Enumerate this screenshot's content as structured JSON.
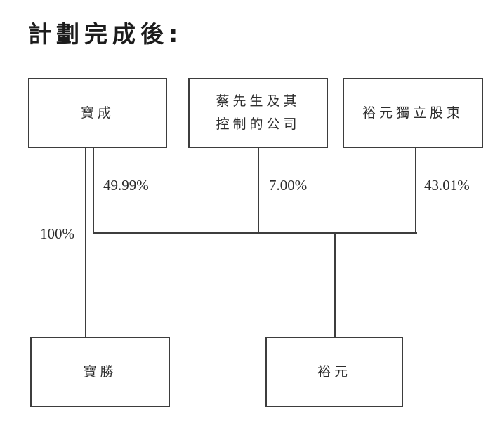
{
  "title": "計劃完成後:",
  "nodes": {
    "pou_chen": {
      "label": "寶成"
    },
    "tsai_companies": {
      "label": "蔡先生及其\n控制的公司"
    },
    "yue_yuen_independent": {
      "label": "裕元獨立股東"
    },
    "pou_sheng": {
      "label": "寶勝"
    },
    "yue_yuen": {
      "label": "裕元"
    }
  },
  "ownership_labels": {
    "pou_chen_to_yue_yuen": "49.99%",
    "tsai_to_yue_yuen": "7.00%",
    "independent_to_yue_yuen": "43.01%",
    "pou_chen_to_pou_sheng": "100%"
  },
  "colors": {
    "line": "#3d3d3d",
    "text": "#2d2d2d",
    "background": "#ffffff"
  }
}
